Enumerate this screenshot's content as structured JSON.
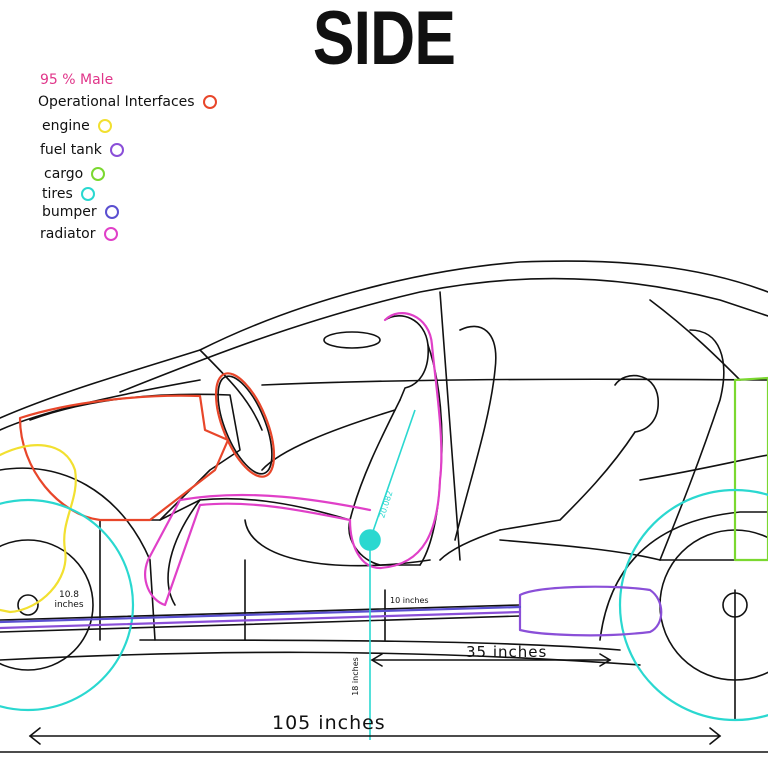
{
  "title": "SIDE",
  "legend": {
    "title": "95 % Male",
    "title_color": "#e0368a",
    "items": [
      {
        "label": "Operational Interfaces",
        "color": "#e8462a"
      },
      {
        "label": "engine",
        "color": "#f2e030"
      },
      {
        "label": "fuel tank",
        "color": "#8a4fd8"
      },
      {
        "label": "cargo",
        "color": "#7bd830"
      },
      {
        "label": "tires",
        "color": "#2ad8d0"
      },
      {
        "label": "bumper",
        "color": "#5a4fd0"
      },
      {
        "label": "radiator",
        "color": "#e040c8"
      }
    ]
  },
  "dimensions": {
    "total_length": "105 inches",
    "seat_to_rear": "35 inches",
    "wheel_height": "10.8 inches",
    "ground_clearance": "10 inches",
    "hip_height": "18 inches",
    "torso": "20.082"
  }
}
